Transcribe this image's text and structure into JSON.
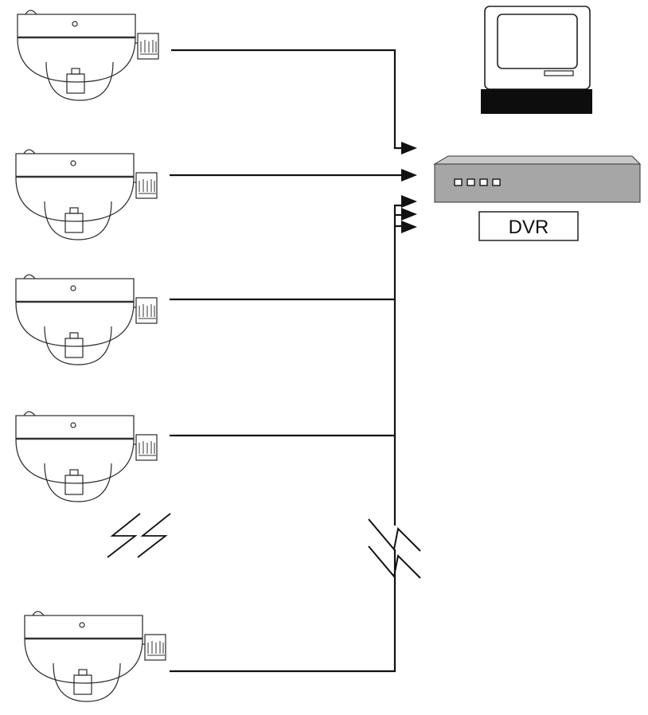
{
  "diagram": {
    "dvr_label": "DVR",
    "cameras": [
      {
        "name": "dome-camera-1"
      },
      {
        "name": "dome-camera-2"
      },
      {
        "name": "dome-camera-3"
      },
      {
        "name": "dome-camera-4"
      },
      {
        "name": "dome-camera-5"
      }
    ],
    "colors": {
      "line": "#111111",
      "dvr_body": "#a6a6a6",
      "monitor_base": "#0d0d0d"
    }
  }
}
